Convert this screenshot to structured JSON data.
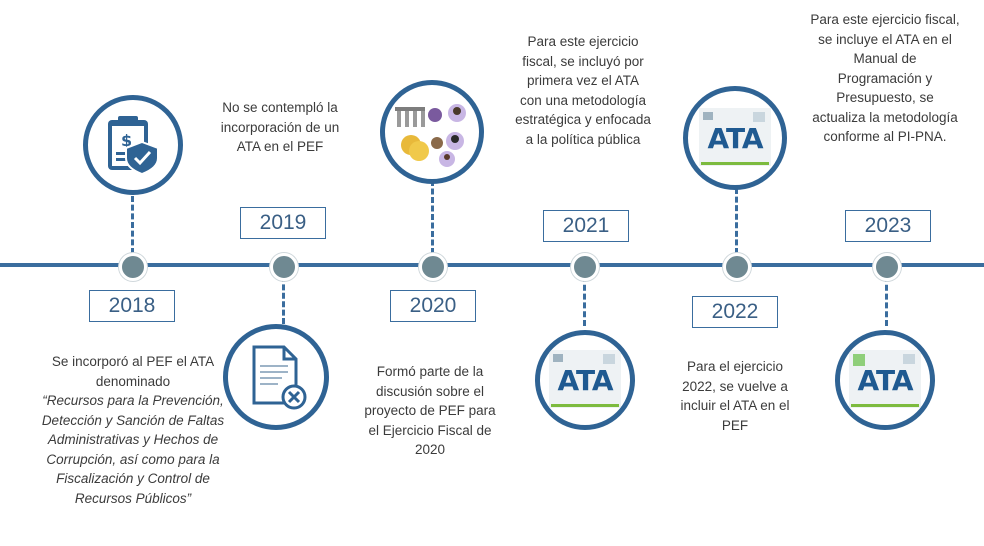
{
  "timeline": [
    {
      "year": "2018",
      "icon": "budget-clipboard-shield-icon",
      "text_intro": "Se incorporó al PEF el ATA denominado",
      "text_italic": "“Recursos para la Prevención, Detección y Sanción de Faltas Administrativas y Hechos de Corrupción, así como para la Fiscalización y Control de Recursos Públicos”"
    },
    {
      "year": "2019",
      "icon": "document-cancel-icon",
      "text": "No se contempló la incorporación de un ATA en el PEF"
    },
    {
      "year": "2020",
      "icon": "congress-discussion-coins-icon",
      "text": "Formó parte de la discusión sobre el proyecto de PEF para el Ejercicio Fiscal de 2020"
    },
    {
      "year": "2021",
      "icon": "ata-document-icon",
      "icon_label": "ATA",
      "text": "Para este ejercicio fiscal, se incluyó por primera vez el ATA con una metodología estratégica y enfocada a la política pública"
    },
    {
      "year": "2022",
      "icon": "ata-document-icon",
      "icon_label": "ATA",
      "text": "Para el ejercicio 2022, se vuelve a incluir el ATA en el PEF"
    },
    {
      "year": "2023",
      "icon": "ata-document-icon",
      "icon_label": "ATA",
      "text": "Para este ejercicio fiscal, se incluye el ATA en el Manual de Programación y Presupuesto, se actualiza la metodología conforme al PI-PNA."
    }
  ],
  "colors": {
    "axis": "#3a6d9e",
    "node": "#6f8992",
    "circle_border": "#2f6394",
    "accent_green": "#7dbb3f"
  }
}
